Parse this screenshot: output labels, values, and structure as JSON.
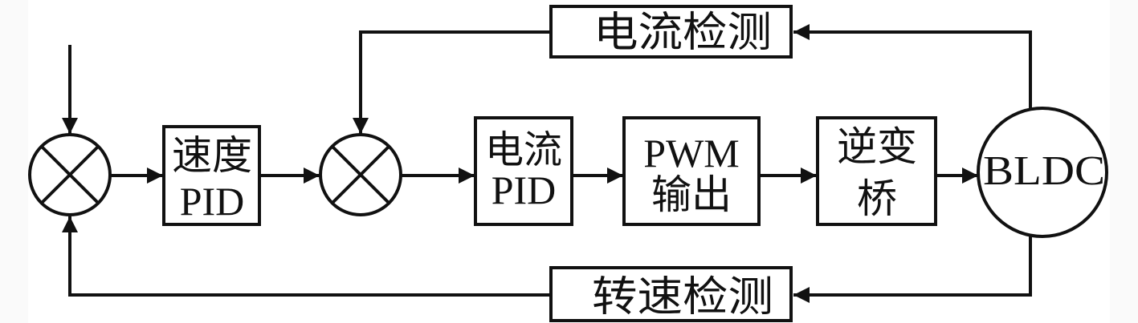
{
  "diagram": {
    "title": "BLDC double closed-loop control block diagram",
    "colors": {
      "stroke": "#111111",
      "background": "#ffffff",
      "margin": "#fafafa"
    },
    "nodes": {
      "sum1": {
        "type": "summing-junction",
        "label": ""
      },
      "speed_pid": {
        "type": "block",
        "lines": [
          "速度",
          "PID"
        ]
      },
      "sum2": {
        "type": "summing-junction",
        "label": ""
      },
      "current_pid": {
        "type": "block",
        "lines": [
          "电流",
          "PID"
        ]
      },
      "pwm_output": {
        "type": "block",
        "lines": [
          "PWM",
          "输出"
        ]
      },
      "inverter_bridge": {
        "type": "block",
        "lines": [
          "逆变",
          "桥"
        ]
      },
      "bldc": {
        "type": "motor",
        "label": "BLDC"
      },
      "current_detect": {
        "type": "block",
        "label": "电流检测"
      },
      "speed_detect": {
        "type": "block",
        "label": "转速检测"
      }
    },
    "edges": [
      {
        "from": "input",
        "to": "sum1"
      },
      {
        "from": "sum1",
        "to": "speed_pid"
      },
      {
        "from": "speed_pid",
        "to": "sum2"
      },
      {
        "from": "sum2",
        "to": "current_pid"
      },
      {
        "from": "current_pid",
        "to": "pwm_output"
      },
      {
        "from": "pwm_output",
        "to": "inverter_bridge"
      },
      {
        "from": "inverter_bridge",
        "to": "bldc"
      },
      {
        "from": "bldc",
        "to": "current_detect"
      },
      {
        "from": "current_detect",
        "to": "sum2"
      },
      {
        "from": "bldc",
        "to": "speed_detect"
      },
      {
        "from": "speed_detect",
        "to": "sum1"
      }
    ]
  }
}
